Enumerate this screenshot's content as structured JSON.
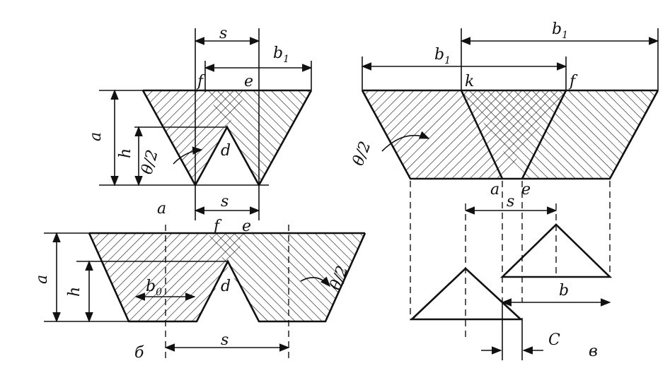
{
  "labels": {
    "fig_a": "a",
    "fig_b": "б",
    "fig_c": "в",
    "s": "s",
    "b": "b",
    "b1": "b",
    "b1_sub": "1",
    "b0": "b",
    "b0_sub": "0",
    "a": "a",
    "h": "h",
    "theta_half": "θ/2",
    "f": "f",
    "e": "e",
    "d": "d",
    "k": "k",
    "a_point": "a",
    "c": "C"
  }
}
